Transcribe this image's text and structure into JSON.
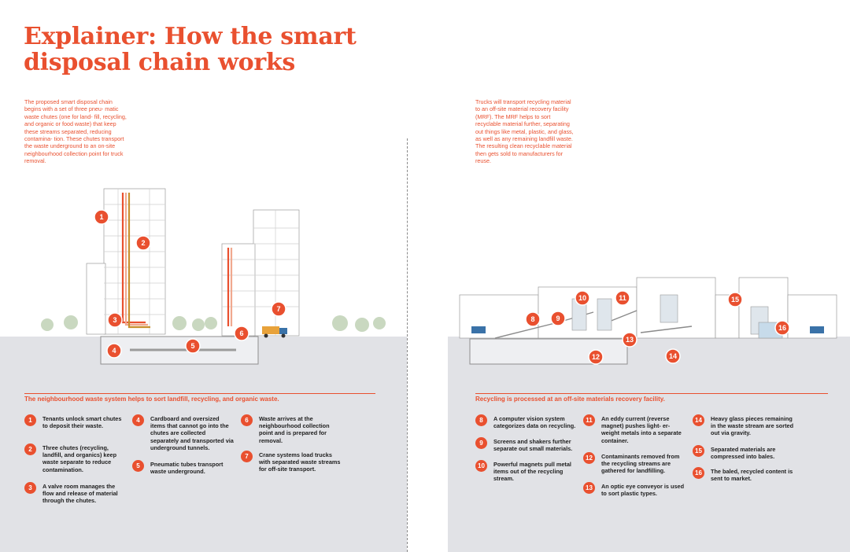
{
  "title": "Explainer: How the smart disposal chain works",
  "intro_left": "The proposed smart disposal chain begins with a set of three pneu- matic waste chutes (one for land- fill, recycling, and organic or food waste) that keep these streams separated, reducing contamina- tion. These chutes transport the waste underground to an on-site neighbourhood collection point for truck removal.",
  "intro_right": "Trucks will transport recycling material to an off-site material recovery facility (MRF). The MRF helps to sort recyclable material further, separating out things like metal, plastic, and glass, as well as any remaining landfill waste. The resulting clean recyclable material then gets sold to manufacturers for reuse.",
  "heading_left": "The neighbourhood waste system helps to sort landfill, recycling, and organic waste.",
  "heading_right": "Recycling is processed at an off-site materials recovery facility.",
  "steps_left": [
    {
      "num": "1",
      "text": "Tenants unlock smart chutes to deposit their waste."
    },
    {
      "num": "2",
      "text": "Three chutes (recycling, landfill, and organics) keep waste separate to reduce contamination."
    },
    {
      "num": "3",
      "text": "A valve room manages the flow and release of material through the chutes."
    },
    {
      "num": "4",
      "text": "Cardboard and oversized items that cannot go into the chutes are collected separately and transported via underground tunnels."
    },
    {
      "num": "5",
      "text": "Pneumatic tubes transport waste underground."
    },
    {
      "num": "6",
      "text": "Waste arrives at the neighbourhood collection point and is prepared for removal."
    },
    {
      "num": "7",
      "text": "Crane systems load trucks with separated waste streams for off-site transport."
    }
  ],
  "steps_right": [
    {
      "num": "8",
      "text": "A computer vision system categorizes data on recycling."
    },
    {
      "num": "9",
      "text": "Screens and shakers further separate out small materials."
    },
    {
      "num": "10",
      "text": "Powerful magnets pull metal items out of the recycling stream."
    },
    {
      "num": "11",
      "text": "An eddy current (reverse magnet) pushes light- er-weight metals into a separate container."
    },
    {
      "num": "12",
      "text": "Contaminants removed from the recycling streams are gathered for landfilling."
    },
    {
      "num": "13",
      "text": "An optic eye conveyor is used to sort plastic types."
    },
    {
      "num": "14",
      "text": "Heavy glass pieces remaining in the waste stream are sorted out via gravity."
    },
    {
      "num": "15",
      "text": "Separated materials are compressed into bales."
    },
    {
      "num": "16",
      "text": "The baled, recycled content is sent to market."
    }
  ],
  "markers_left": [
    "1",
    "2",
    "3",
    "4",
    "5",
    "6",
    "7"
  ],
  "markers_right": [
    "8",
    "9",
    "10",
    "11",
    "12",
    "13",
    "14",
    "15",
    "16"
  ],
  "colors": {
    "accent": "#e9502f",
    "ground": "#e1e2e6"
  }
}
